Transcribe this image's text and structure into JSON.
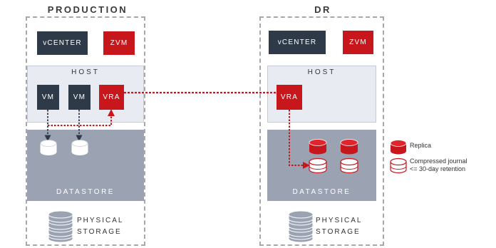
{
  "production": {
    "title": "PRODUCTION",
    "vcenter": "vCENTER",
    "zvm": "ZVM",
    "host": "HOST",
    "vm1": "VM",
    "vm2": "VM",
    "vra": "VRA",
    "datastore": "DATASTORE",
    "physical_line1": "PHYSICAL",
    "physical_line2": "STORAGE"
  },
  "dr": {
    "title": "DR",
    "vcenter": "vCENTER",
    "zvm": "ZVM",
    "host": "HOST",
    "vra": "VRA",
    "datastore": "DATASTORE",
    "physical_line1": "PHYSICAL",
    "physical_line2": "STORAGE"
  },
  "legend": {
    "replica": "Replica",
    "journal_line1": "Compressed journal",
    "journal_line2": "<= 30-day retention"
  },
  "colors": {
    "accent_red": "#c8161d",
    "dark_box": "#2f3a48",
    "host_bg": "#e8ecf2",
    "datastore_bg": "#9ba3b2",
    "frame_border": "#a8a8a8"
  }
}
